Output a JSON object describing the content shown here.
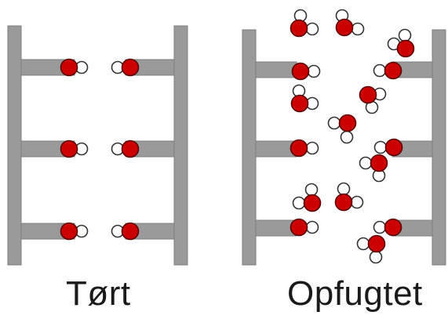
{
  "panels": [
    {
      "id": "dry",
      "caption": "Tørt"
    },
    {
      "id": "wet",
      "caption": "Opfugtet"
    }
  ],
  "colors": {
    "rail": "#9a9a9a",
    "rail_edge": "#7d7d7d",
    "oxygen": "#cc0000",
    "oxygen_edge": "#5a0000",
    "hydrogen": "#ffffff",
    "hydrogen_edge": "#333333"
  }
}
